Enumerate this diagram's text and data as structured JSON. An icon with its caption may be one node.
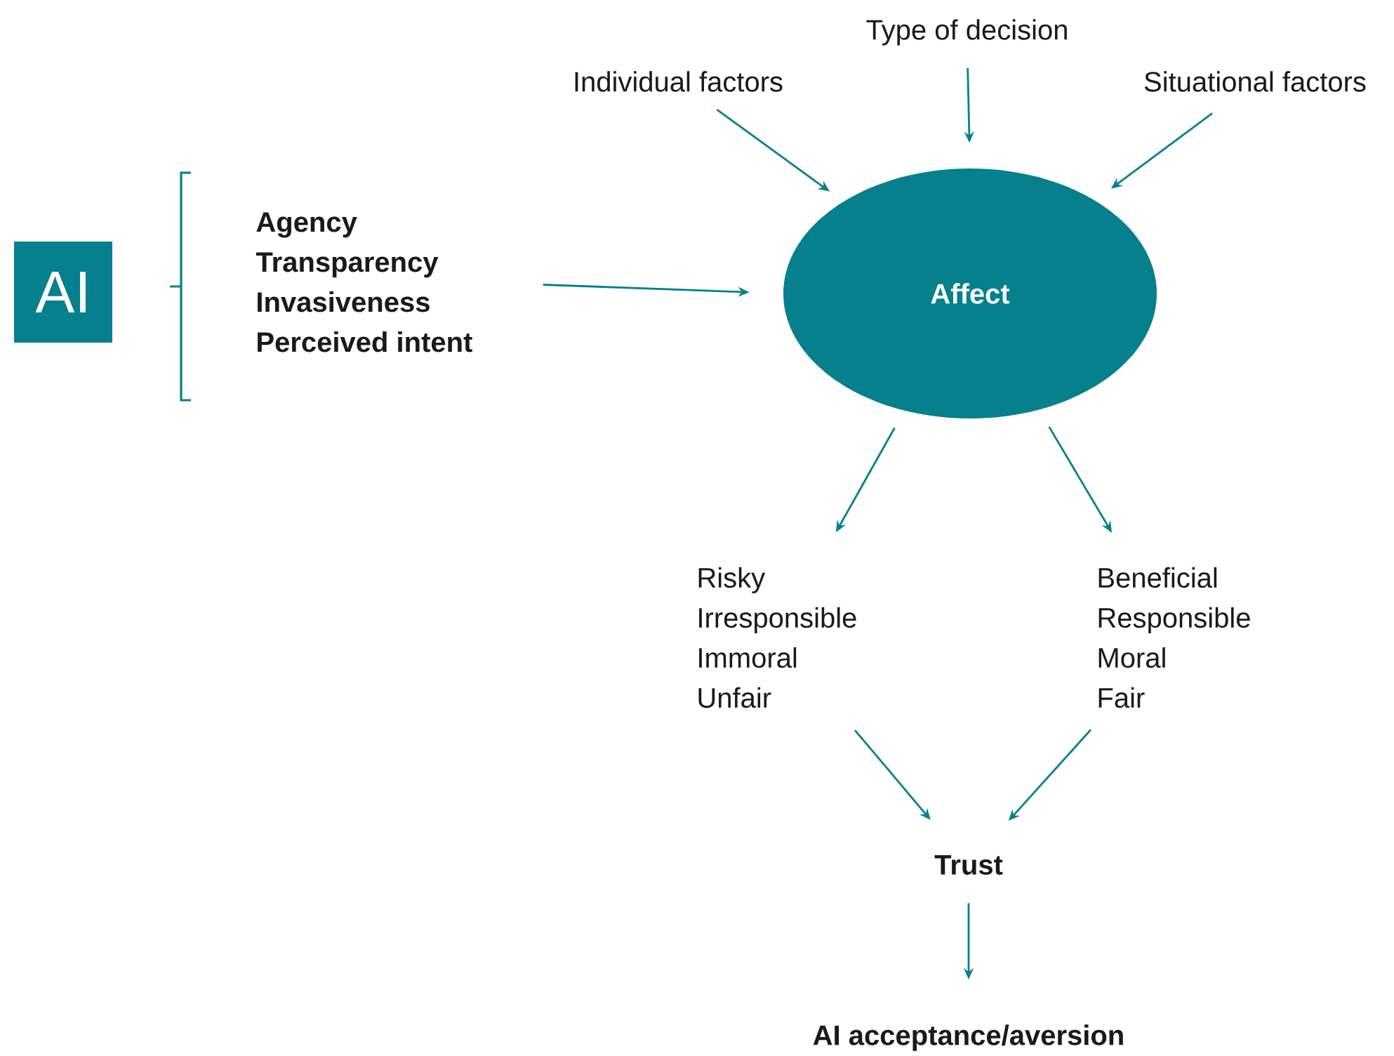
{
  "diagram": {
    "nodes": [
      {
        "text": [
          "AI"
        ]
      },
      {
        "text": [
          "Agency",
          "Transparency",
          "Invasiveness",
          "Perceived intent"
        ]
      },
      {
        "text": [
          "Individual factors"
        ]
      },
      {
        "text": [
          "Type of decision"
        ]
      },
      {
        "text": [
          "Situational factors"
        ]
      },
      {
        "text": [
          "Affect"
        ]
      },
      {
        "text": [
          "Risky",
          "Irresponsible",
          "Immoral",
          "Unfair"
        ]
      },
      {
        "text": [
          "Beneficial",
          "Responsible",
          "Moral",
          "Fair"
        ]
      },
      {
        "text": [
          "Trust"
        ]
      },
      {
        "text": [
          "AI acceptance/aversion"
        ]
      }
    ],
    "edges": [
      {
        "from": 1,
        "to": 5,
        "arrow": "to"
      },
      {
        "from": 2,
        "to": 5,
        "arrow": "to"
      },
      {
        "from": 3,
        "to": 5,
        "arrow": "to"
      },
      {
        "from": 4,
        "to": 5,
        "arrow": "to"
      },
      {
        "from": 5,
        "to": 6,
        "arrow": "to"
      },
      {
        "from": 5,
        "to": 7,
        "arrow": "to"
      },
      {
        "from": 6,
        "to": 8,
        "arrow": "to"
      },
      {
        "from": 7,
        "to": 8,
        "arrow": "to"
      },
      {
        "from": 8,
        "to": 9,
        "arrow": "to"
      }
    ]
  }
}
